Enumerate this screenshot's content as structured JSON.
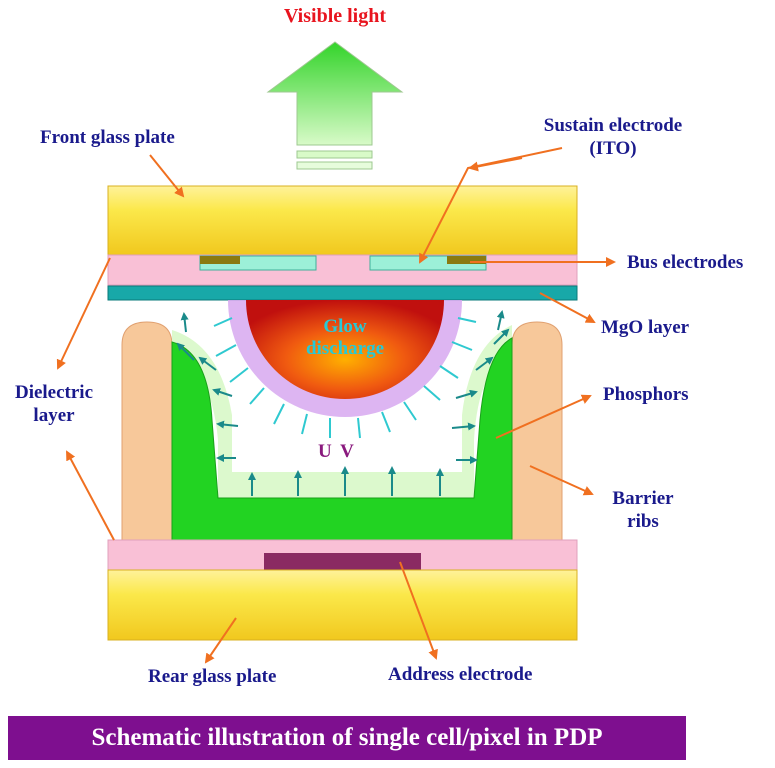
{
  "labels": {
    "visible_light": "Visible light",
    "front_glass": "Front glass plate",
    "sustain_line1": "Sustain electrode",
    "sustain_line2": "(ITO)",
    "bus_electrodes": "Bus electrodes",
    "mgo_layer": "MgO layer",
    "dielectric_line1": "Dielectric",
    "dielectric_line2": "layer",
    "phosphors": "Phosphors",
    "barrier_line1": "Barrier",
    "barrier_line2": "ribs",
    "rear_glass": "Rear glass plate",
    "address_electrode": "Address electrode",
    "glow_line1": "Glow",
    "glow_line2": "discharge",
    "uv": "U V"
  },
  "caption": "Schematic illustration of single cell/pixel in PDP",
  "colors": {
    "glass": "#fbe84a",
    "dielectric": "#f9c0d6",
    "mgo": "#18a8a8",
    "phosphor": "#22d322",
    "barrier_rib": "#f7c89a",
    "bus_electrode": "#8a7a10",
    "sustain_electrode": "#9cf0d8",
    "address_electrode": "#8a2a62",
    "leader_arrow": "#f07020",
    "uv_arrow": "#1a8a8a",
    "light_arrow": "#5ce040",
    "caption_bar": "#7e0f8f",
    "label_text": "#1a1a8c",
    "title_text": "#e8141e"
  }
}
